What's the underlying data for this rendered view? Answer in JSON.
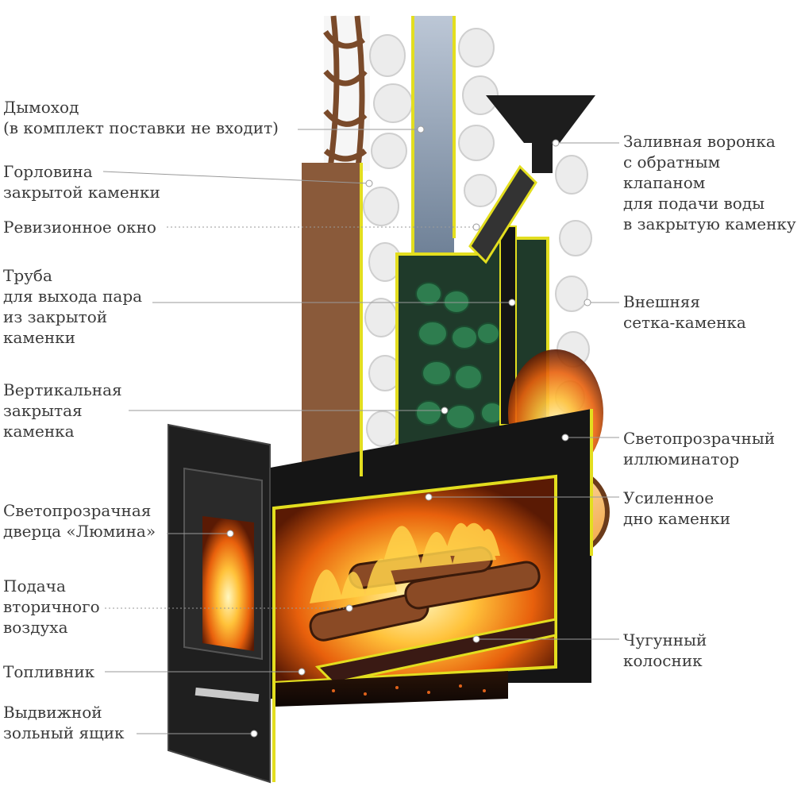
{
  "diagram": {
    "left_labels": [
      {
        "id": "chimney",
        "lines": [
          "Дымоход",
          "(в комплект поставки не входит)"
        ]
      },
      {
        "id": "neck",
        "lines": [
          "Горловина",
          "закрытой каменки"
        ]
      },
      {
        "id": "inspection-window",
        "lines": [
          "Ревизионное окно"
        ]
      },
      {
        "id": "steam-pipe",
        "lines": [
          "Труба",
          "для выхода пара",
          "из закрытой",
          "каменки"
        ]
      },
      {
        "id": "vertical-closed-heater",
        "lines": [
          "Вертикальная",
          "закрытая",
          "каменка"
        ]
      },
      {
        "id": "door-lumina",
        "lines": [
          "Светопрозрачная",
          "дверца «Люмина»"
        ]
      },
      {
        "id": "secondary-air",
        "lines": [
          "Подача",
          "вторичного",
          "воздуха"
        ]
      },
      {
        "id": "firebox",
        "lines": [
          "Топливник"
        ]
      },
      {
        "id": "ash-drawer",
        "lines": [
          "Выдвижной",
          "зольный ящик"
        ]
      }
    ],
    "right_labels": [
      {
        "id": "water-funnel",
        "lines": [
          "Заливная воронка",
          "с обратным",
          "клапаном",
          "для подачи воды",
          "в закрытую каменку"
        ]
      },
      {
        "id": "outer-mesh",
        "lines": [
          "Внешняя",
          "сетка-каменка"
        ]
      },
      {
        "id": "porthole",
        "lines": [
          "Светопрозрачный",
          "иллюминатор"
        ]
      },
      {
        "id": "reinforced-bottom",
        "lines": [
          "Усиленное",
          "дно каменки"
        ]
      },
      {
        "id": "cast-iron-grate",
        "lines": [
          "Чугунный",
          "колосник"
        ]
      }
    ],
    "colors": {
      "text": "#3a3a3a",
      "leader": "#9a9a9a",
      "outline": "#e3de1f",
      "body": "#1a1a1a",
      "fire": "#f59a1c",
      "green_stones": "#2e7d4f",
      "white_stones": "#eeeeee",
      "steam": "#8a9bb0",
      "mesh": "#7a4a2a"
    }
  }
}
